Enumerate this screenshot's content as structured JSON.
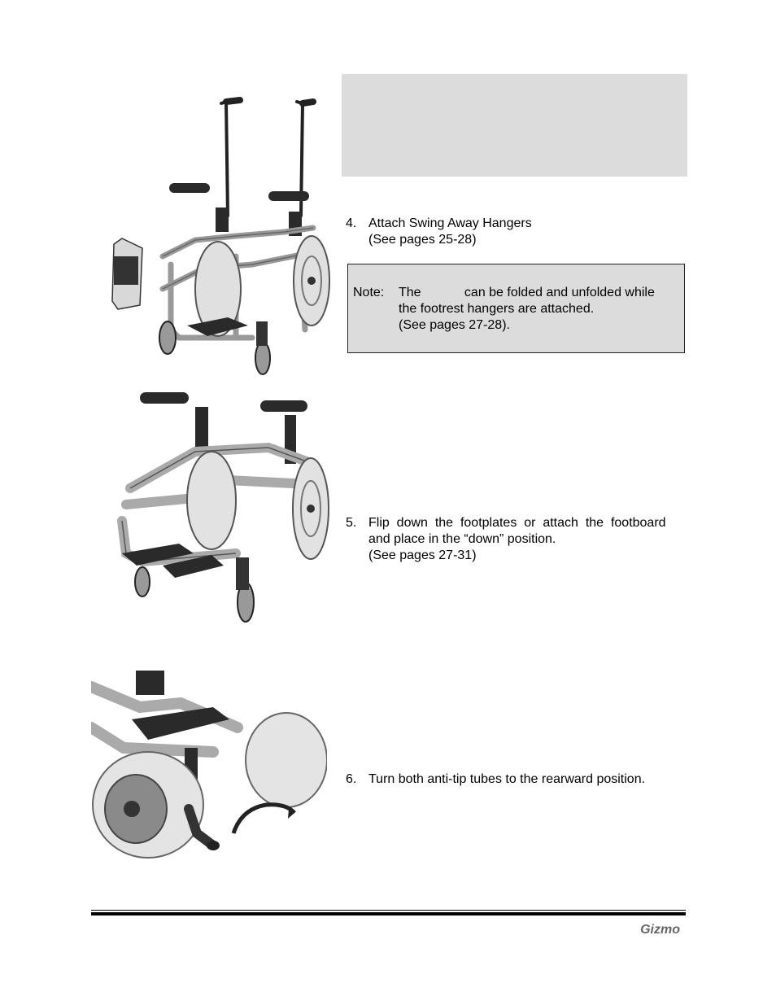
{
  "step4": {
    "number": "4.",
    "text": "Attach Swing Away Hangers",
    "ref": "(See pages 25-28)"
  },
  "note": {
    "label": "Note:",
    "line1": "The            can be folded and unfolded while",
    "line2": "the footrest hangers are attached.",
    "line3": "(See pages 27-28)."
  },
  "step5": {
    "number": "5.",
    "line1": "Flip  down  the  footplates  or  attach  the  footboard",
    "line2": "and place in the “down” position.",
    "ref": "(See pages 27-31)"
  },
  "step6": {
    "number": "6.",
    "text": "Turn both anti-tip tubes to the rearward position."
  },
  "footer": {
    "brand": "Gizmo"
  }
}
